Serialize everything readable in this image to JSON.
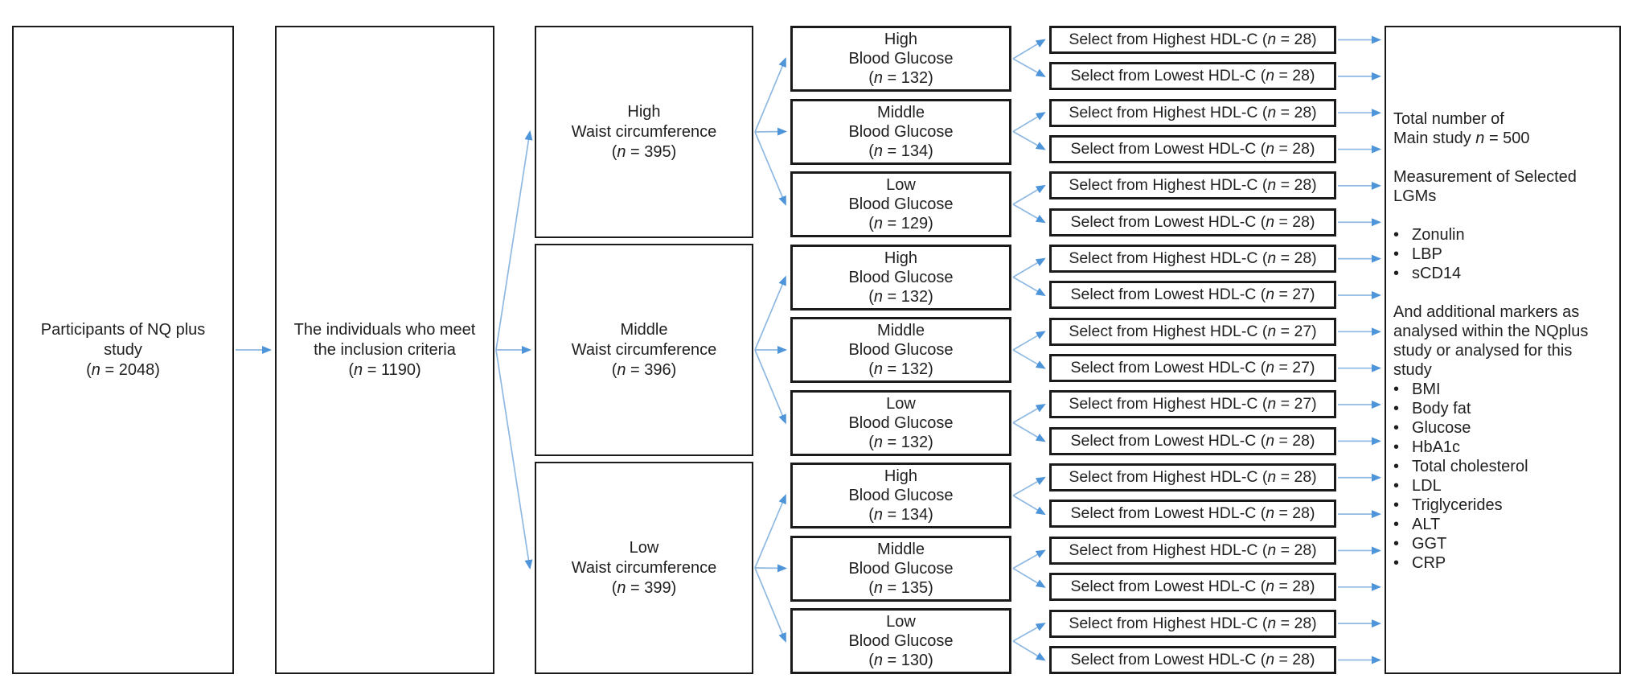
{
  "figure": {
    "colors": {
      "arrow_line": "#8FB9E2",
      "arrow_head": "#4E94D8",
      "border": "#1A1A1A",
      "text": "#1F1F1F"
    },
    "box_participants": {
      "line1": "Participants of NQ plus",
      "line2": "study",
      "n": {
        "pre": "(",
        "var": "n",
        "post": " = 2048)"
      }
    },
    "box_inclusion": {
      "line1": "The individuals who meet",
      "line2": "the inclusion criteria",
      "n": {
        "pre": "(",
        "var": "n",
        "post": " = 1190)"
      }
    },
    "waist_boxes": [
      {
        "line1": "High",
        "line2": "Waist circumference",
        "n": {
          "pre": "(",
          "var": "n",
          "post": " = 395)"
        }
      },
      {
        "line1": "Middle",
        "line2": "Waist circumference",
        "n": {
          "pre": "(",
          "var": "n",
          "post": " = 396)"
        }
      },
      {
        "line1": "Low",
        "line2": "Waist circumference",
        "n": {
          "pre": "(",
          "var": "n",
          "post": " = 399)"
        }
      }
    ],
    "glucose_boxes": [
      {
        "line1": "High",
        "line2": "Blood Glucose",
        "n": {
          "pre": "(",
          "var": "n",
          "post": " = 132)"
        }
      },
      {
        "line1": "Middle",
        "line2": "Blood Glucose",
        "n": {
          "pre": "(",
          "var": "n",
          "post": " = 134)"
        }
      },
      {
        "line1": "Low",
        "line2": "Blood Glucose",
        "n": {
          "pre": "(",
          "var": "n",
          "post": " = 129)"
        }
      },
      {
        "line1": "High",
        "line2": "Blood Glucose",
        "n": {
          "pre": "(",
          "var": "n",
          "post": " = 132)"
        }
      },
      {
        "line1": "Middle",
        "line2": "Blood Glucose",
        "n": {
          "pre": "(",
          "var": "n",
          "post": " = 132)"
        }
      },
      {
        "line1": "Low",
        "line2": "Blood Glucose",
        "n": {
          "pre": "(",
          "var": "n",
          "post": " = 132)"
        }
      },
      {
        "line1": "High",
        "line2": "Blood Glucose",
        "n": {
          "pre": "(",
          "var": "n",
          "post": " = 134)"
        }
      },
      {
        "line1": "Middle",
        "line2": "Blood Glucose",
        "n": {
          "pre": "(",
          "var": "n",
          "post": " = 135)"
        }
      },
      {
        "line1": "Low",
        "line2": "Blood Glucose",
        "n": {
          "pre": "(",
          "var": "n",
          "post": " = 130)"
        }
      }
    ],
    "hdl_boxes": [
      {
        "pre": "Select from Highest HDL-C (",
        "var": "n",
        "post": " = 28)"
      },
      {
        "pre": "Select from Lowest HDL-C (",
        "var": "n",
        "post": " = 28)"
      },
      {
        "pre": "Select from Highest HDL-C (",
        "var": "n",
        "post": " = 28)"
      },
      {
        "pre": "Select from Lowest HDL-C (",
        "var": "n",
        "post": " = 28)"
      },
      {
        "pre": "Select from Highest HDL-C (",
        "var": "n",
        "post": " = 28)"
      },
      {
        "pre": "Select from Lowest HDL-C (",
        "var": "n",
        "post": " = 28)"
      },
      {
        "pre": "Select from Highest HDL-C (",
        "var": "n",
        "post": " = 28)"
      },
      {
        "pre": "Select from Lowest HDL-C (",
        "var": "n",
        "post": " = 27)"
      },
      {
        "pre": "Select from Highest HDL-C (",
        "var": "n",
        "post": " = 27)"
      },
      {
        "pre": "Select from Lowest HDL-C (",
        "var": "n",
        "post": " = 27)"
      },
      {
        "pre": "Select from Highest HDL-C (",
        "var": "n",
        "post": " = 27)"
      },
      {
        "pre": "Select from Lowest HDL-C (",
        "var": "n",
        "post": " = 28)"
      },
      {
        "pre": "Select from Highest HDL-C (",
        "var": "n",
        "post": " = 28)"
      },
      {
        "pre": "Select from Lowest HDL-C (",
        "var": "n",
        "post": " = 28)"
      },
      {
        "pre": "Select from Highest HDL-C (",
        "var": "n",
        "post": " = 28)"
      },
      {
        "pre": "Select from Lowest HDL-C (",
        "var": "n",
        "post": " = 28)"
      },
      {
        "pre": "Select from Highest HDL-C (",
        "var": "n",
        "post": " = 28)"
      },
      {
        "pre": "Select from Lowest HDL-C (",
        "var": "n",
        "post": " = 28)"
      }
    ],
    "summary_box": {
      "total_line1": "Total number of",
      "total_line2": {
        "pre": "Main study ",
        "var": "n",
        "post": " = 500"
      },
      "measurement_line1": "Measurement of Selected",
      "measurement_line2": "LGMs",
      "bullet_glyph": "•",
      "lgm_bullets": [
        "Zonulin",
        "LBP",
        "sCD14"
      ],
      "additional_lines": [
        "And additional markers as",
        "analysed within the NQplus",
        "study or analysed for this",
        "study"
      ],
      "marker_bullets": [
        "BMI",
        "Body fat",
        "Glucose",
        "HbA1c",
        "Total cholesterol",
        "LDL",
        "Triglycerides",
        "ALT",
        "GGT",
        "CRP"
      ]
    }
  }
}
